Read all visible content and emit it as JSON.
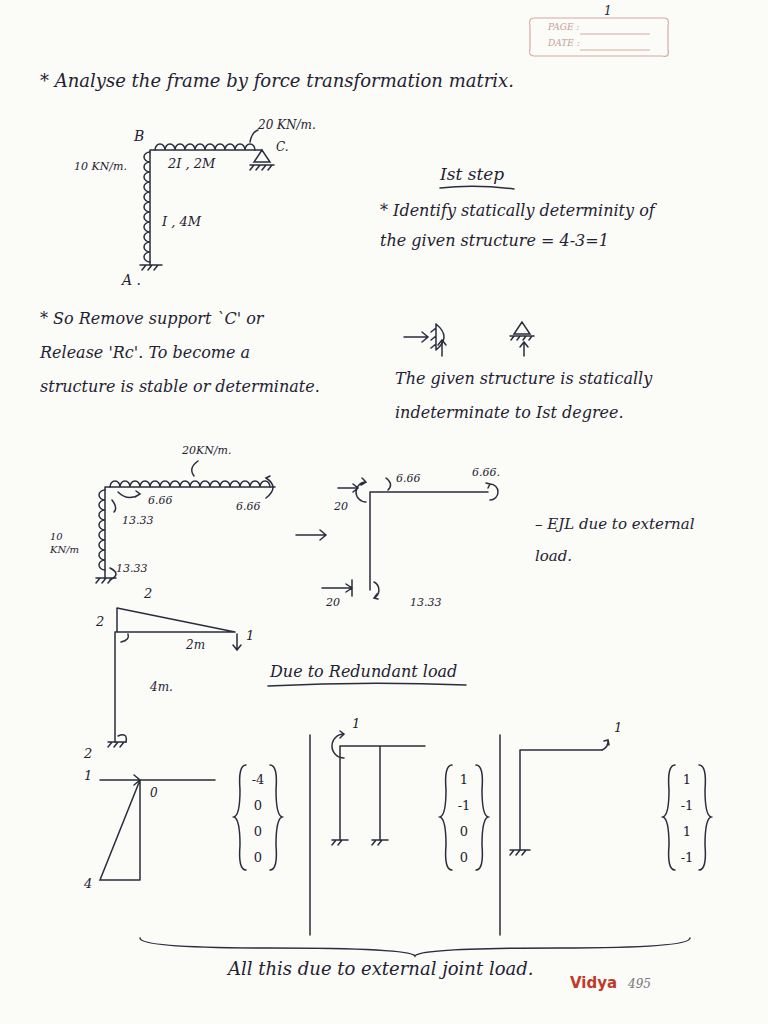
{
  "diagram": {
    "title": "* Analyse the frame by force transformation matrix.",
    "labels": [
      "PAGE :",
      "DATE :",
      "1",
      "B",
      "20 KN/m.",
      "C.",
      "2I , 2M",
      "10 KN/m.",
      "I , 4M",
      "A .",
      "Ist step",
      "* Identify statically determinity of the given structure = 4-3=1",
      "* So Remove support `C' or Release 'Rc'. To become a structure is stable or determinate.",
      "The given structure is statically indeterminate to Ist degree.",
      "20KN/m.",
      "6.66",
      "6.66",
      "13.33",
      "10 KN/m",
      "13.33",
      "20",
      "6.66",
      "6.66.",
      "20",
      "13.33",
      "– EJL due to external load.",
      "2",
      "2",
      "2m",
      "1",
      "4m.",
      "2",
      "Due to Redundant load",
      "1",
      "0",
      "4",
      "-4",
      "0",
      "0",
      "0",
      "1",
      "1",
      "-1",
      "0",
      "0",
      "1",
      "1",
      "-1",
      "1",
      "-1",
      "All this due to external joint load.",
      "Vidya",
      "495"
    ]
  }
}
